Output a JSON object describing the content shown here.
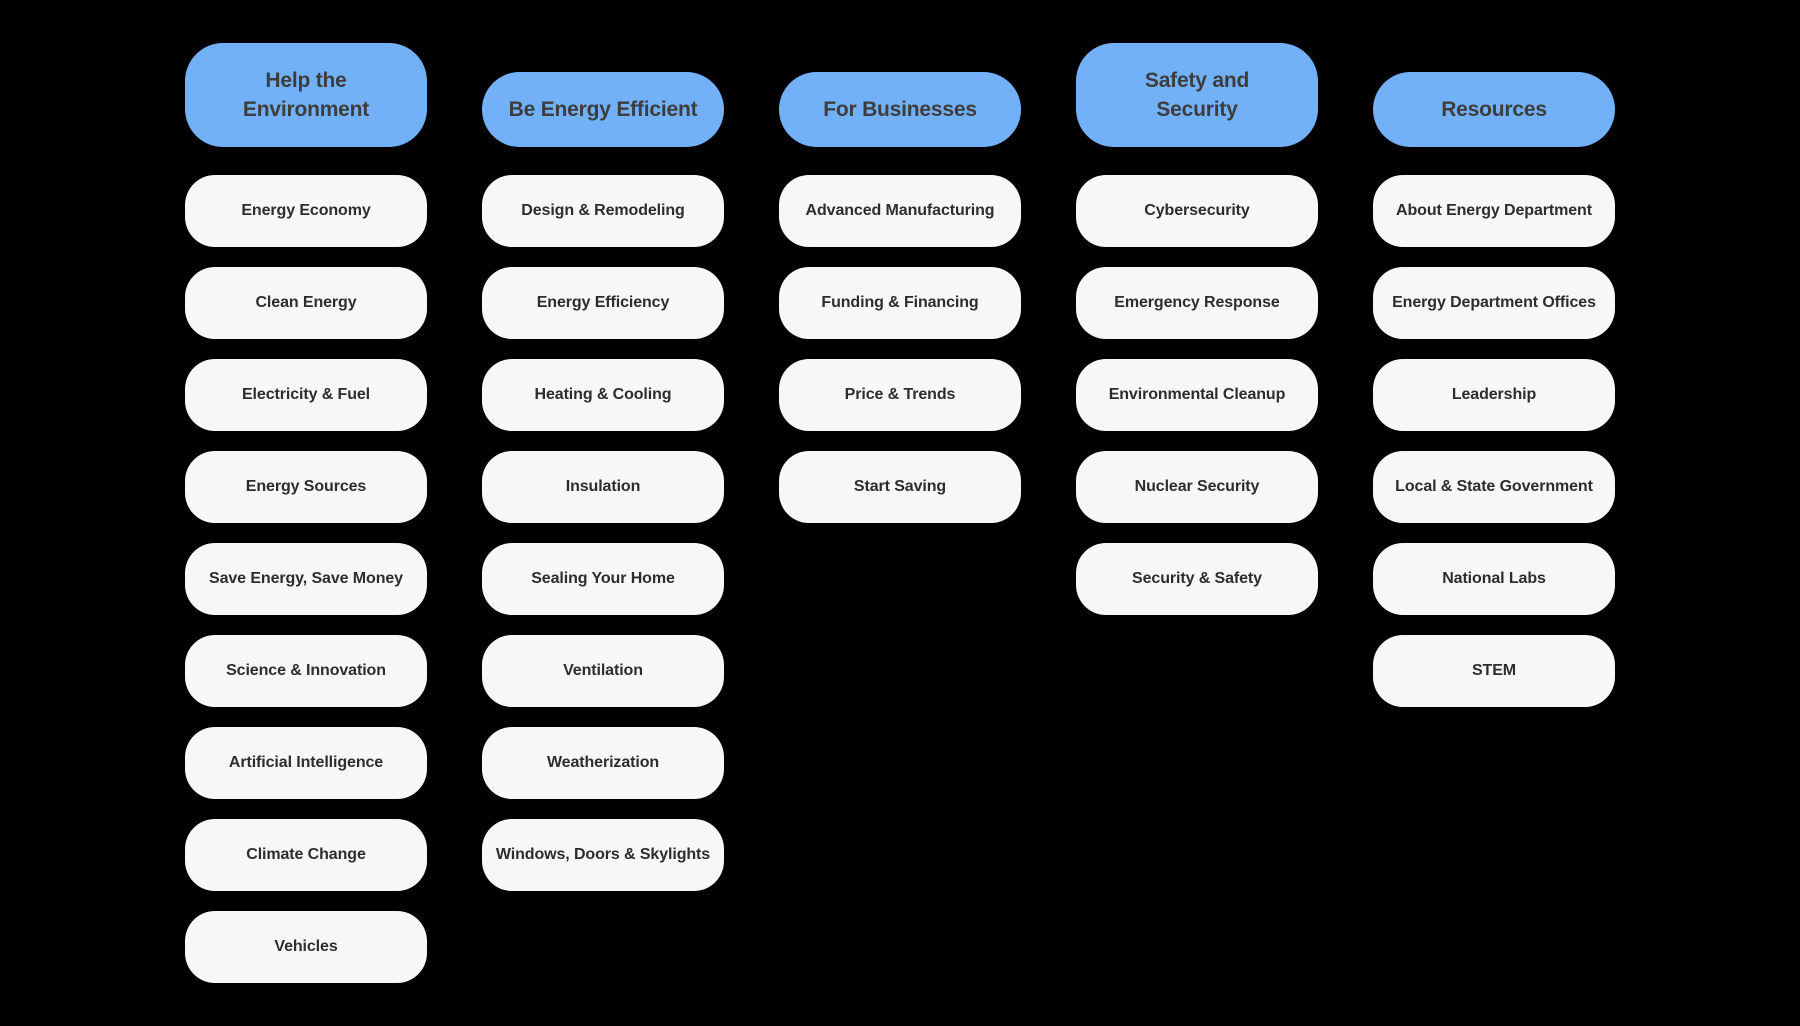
{
  "colors": {
    "background": "#000000",
    "header_pill_bg": "#72B1F8",
    "header_text": "#3D3D3D",
    "item_pill_bg": "#F7F7F7",
    "item_text": "#2D2D2D"
  },
  "menu": {
    "columns": [
      {
        "header": "Help the Environment",
        "items": [
          "Energy Economy",
          "Clean Energy",
          "Electricity & Fuel",
          "Energy Sources",
          "Save Energy, Save Money",
          "Science & Innovation",
          "Artificial Intelligence",
          "Climate Change",
          "Vehicles"
        ]
      },
      {
        "header": "Be Energy Efficient",
        "items": [
          "Design & Remodeling",
          "Energy Efficiency",
          "Heating & Cooling",
          "Insulation",
          "Sealing Your Home",
          "Ventilation",
          "Weatherization",
          "Windows, Doors & Skylights"
        ]
      },
      {
        "header": "For Businesses",
        "items": [
          "Advanced Manufacturing",
          "Funding & Financing",
          "Price & Trends",
          "Start Saving"
        ]
      },
      {
        "header": "Safety and Security",
        "items": [
          "Cybersecurity",
          "Emergency Response",
          "Environmental Cleanup",
          "Nuclear Security",
          "Security & Safety"
        ]
      },
      {
        "header": "Resources",
        "items": [
          "About Energy Department",
          "Energy Department Offices",
          "Leadership",
          "Local & State Government",
          "National Labs",
          "STEM"
        ]
      }
    ]
  }
}
